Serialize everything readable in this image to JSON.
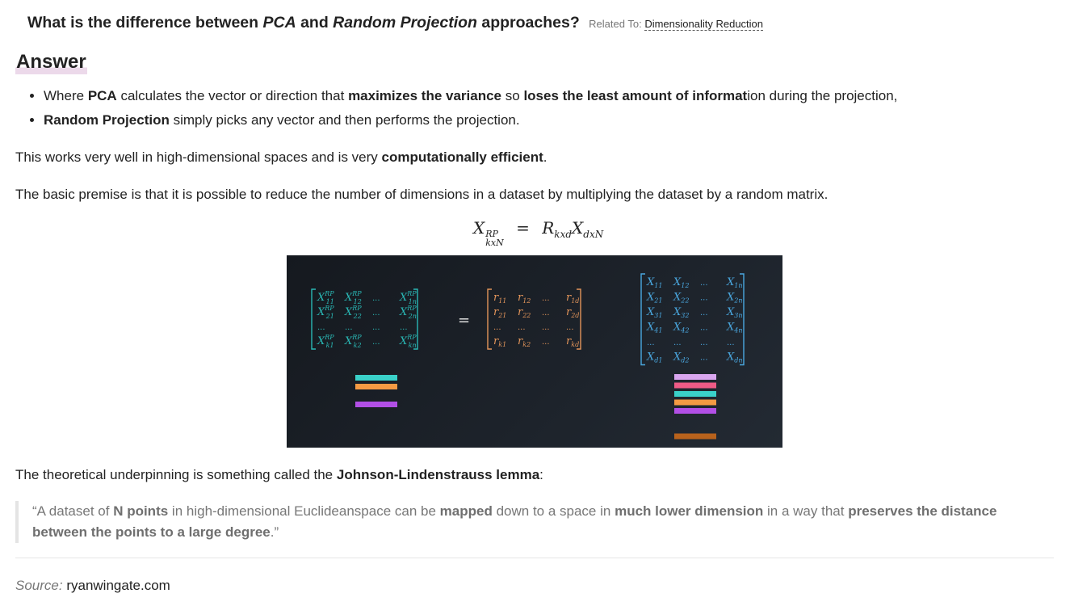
{
  "question": {
    "prefix": "What is the difference between",
    "term1": "PCA",
    "conj": "and",
    "term2": "Random Projection",
    "suffix": "approaches?",
    "related_label": "Related To:",
    "related_link": "Dimensionality Reduction"
  },
  "answer_heading": "Answer",
  "bullets": [
    {
      "p1": "Where",
      "b1": "PCA",
      "p2": "calculates the vector or direction that",
      "b2": "maximizes the variance",
      "p3": "so",
      "b3": "loses the least amount of informat",
      "p4": "ion during the projection,"
    },
    {
      "b1": "Random Projection",
      "p1": "simply picks any vector and then performs the projection."
    }
  ],
  "para1": {
    "text": "This works very well in high-dimensional spaces and is very",
    "bold": "computationally efficient",
    "end": "."
  },
  "para2": "The basic premise is that it is possible to reduce the number of dimensions in a dataset by multiplying the dataset by a random matrix.",
  "equation": {
    "lhs": "X",
    "lhs_sup": "RP",
    "lhs_sub": "kxN",
    "eq": "=",
    "r": "R",
    "r_sub": "kxd",
    "x": "X",
    "x_sub": "dxN"
  },
  "figure": {
    "colors": {
      "teal": "#2ab8b5",
      "orange": "#e3955a",
      "blue": "#4aa8e0",
      "bar_teal": "#3ad1c9",
      "bar_pink": "#ee5b86",
      "bar_orange": "#f49a43",
      "bar_purple": "#b24fe6",
      "bar_lilac": "#d9a6ef",
      "bar_brown": "#b8621c"
    },
    "equals": "=",
    "dots": "...",
    "matrix_left": [
      {
        "b": "X",
        "sup": "RP",
        "sub": "11"
      },
      {
        "b": "X",
        "sup": "RP",
        "sub": "12"
      },
      {
        "b": "...",
        "sup": "",
        "sub": ""
      },
      {
        "b": "X",
        "sup": "RP",
        "sub": "1n"
      },
      {
        "b": "X",
        "sup": "RP",
        "sub": "21"
      },
      {
        "b": "X",
        "sup": "RP",
        "sub": "22"
      },
      {
        "b": "...",
        "sup": "",
        "sub": ""
      },
      {
        "b": "X",
        "sup": "RP",
        "sub": "2n"
      },
      {
        "b": "...",
        "sup": "",
        "sub": ""
      },
      {
        "b": "...",
        "sup": "",
        "sub": ""
      },
      {
        "b": "...",
        "sup": "",
        "sub": ""
      },
      {
        "b": "...",
        "sup": "",
        "sub": ""
      },
      {
        "b": "X",
        "sup": "RP",
        "sub": "k1"
      },
      {
        "b": "X",
        "sup": "RP",
        "sub": "k2"
      },
      {
        "b": "...",
        "sup": "",
        "sub": ""
      },
      {
        "b": "X",
        "sup": "RP",
        "sub": "kn"
      }
    ],
    "matrix_mid": [
      {
        "b": "r",
        "sub": "11"
      },
      {
        "b": "r",
        "sub": "12"
      },
      {
        "b": "...",
        "sub": ""
      },
      {
        "b": "r",
        "sub": "1d"
      },
      {
        "b": "r",
        "sub": "21"
      },
      {
        "b": "r",
        "sub": "22"
      },
      {
        "b": "...",
        "sub": ""
      },
      {
        "b": "r",
        "sub": "2d"
      },
      {
        "b": "...",
        "sub": ""
      },
      {
        "b": "...",
        "sub": ""
      },
      {
        "b": "...",
        "sub": ""
      },
      {
        "b": "...",
        "sub": ""
      },
      {
        "b": "r",
        "sub": "k1"
      },
      {
        "b": "r",
        "sub": "k2"
      },
      {
        "b": "...",
        "sub": ""
      },
      {
        "b": "r",
        "sub": "kd"
      }
    ],
    "matrix_right": [
      {
        "b": "X",
        "sub": "11"
      },
      {
        "b": "X",
        "sub": "12"
      },
      {
        "b": "...",
        "sub": ""
      },
      {
        "b": "X",
        "sub": "1n"
      },
      {
        "b": "X",
        "sub": "21"
      },
      {
        "b": "X",
        "sub": "22"
      },
      {
        "b": "...",
        "sub": ""
      },
      {
        "b": "X",
        "sub": "2n"
      },
      {
        "b": "X",
        "sub": "31"
      },
      {
        "b": "X",
        "sub": "32"
      },
      {
        "b": "...",
        "sub": ""
      },
      {
        "b": "X",
        "sub": "3n"
      },
      {
        "b": "X",
        "sub": "41"
      },
      {
        "b": "X",
        "sub": "42"
      },
      {
        "b": "...",
        "sub": ""
      },
      {
        "b": "X",
        "sub": "4n"
      },
      {
        "b": "...",
        "sub": ""
      },
      {
        "b": "...",
        "sub": ""
      },
      {
        "b": "...",
        "sub": ""
      },
      {
        "b": "...",
        "sub": ""
      },
      {
        "b": "X",
        "sub": "d1"
      },
      {
        "b": "X",
        "sub": "d2"
      },
      {
        "b": "...",
        "sub": ""
      },
      {
        "b": "X",
        "sub": "dn"
      }
    ]
  },
  "para3": {
    "text": "The theoretical underpinning is something called the",
    "bold": "Johnson-Lindenstrauss lemma",
    "end": ":"
  },
  "quote": {
    "t1": "“A dataset of",
    "b1": "N points",
    "t2": "in high-dimensional Euclideanspace can be",
    "b2": "mapped",
    "t3": "down to a space in",
    "b3": "much lower dimension",
    "t4": "in a way that",
    "b4": "preserves the distance between the points to a large degree",
    "t5": ".”"
  },
  "source": {
    "label": "Source:",
    "value": "ryanwingate.com"
  }
}
